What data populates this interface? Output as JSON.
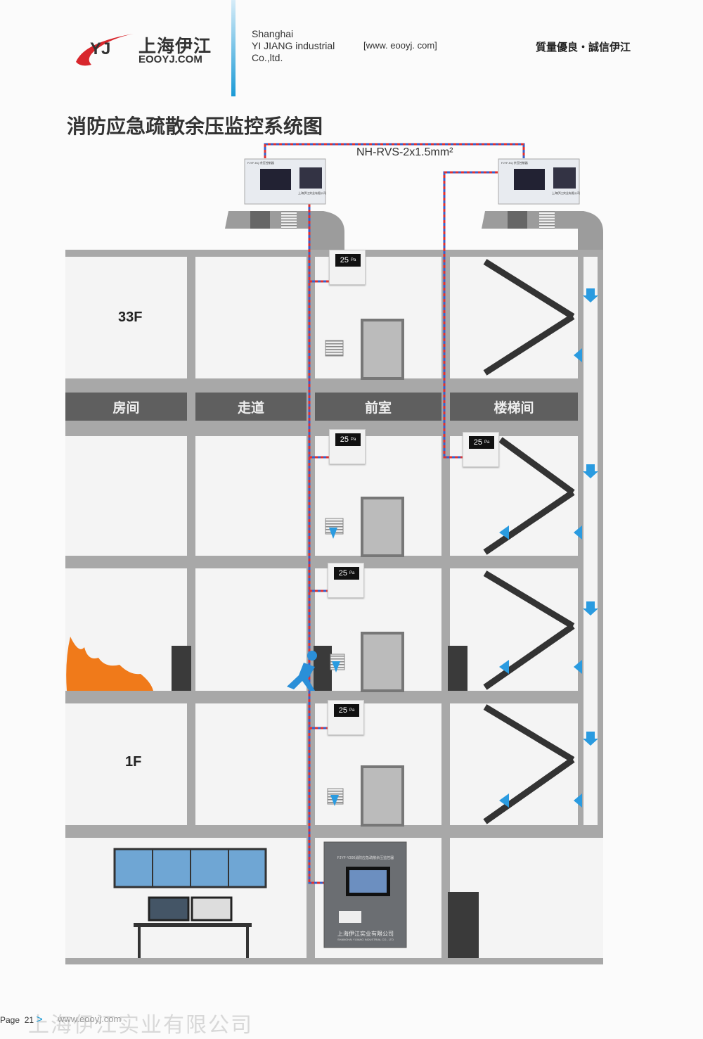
{
  "header": {
    "logo_mark": "YJ",
    "logo_cn": "上海伊江",
    "logo_en": "EOOYJ.COM",
    "company_lines": [
      "Shanghai",
      "YI JIANG industrial",
      "Co.,ltd."
    ],
    "website": "[www. eooyj. com]",
    "slogan": "質量優良・誠信伊江"
  },
  "title": "消防应急疏散余压监控系统图",
  "cable_label": "NH-RVS-2x1.5mm²",
  "rooms": [
    "房间",
    "走道",
    "前室",
    "楼梯间"
  ],
  "floors": {
    "top": "33F",
    "bottom": "1F"
  },
  "sensor": {
    "value": "25",
    "unit": "Pa"
  },
  "panel": {
    "title": "FJYF-Y300消防应急疏散余压监控器",
    "maker": "上海伊江实业有限公司",
    "maker_en": "SHANGHAI YIJIANG INDUSTRIAL CO., LTD"
  },
  "controller": {
    "title": "FJYF-KQ 余压控制器",
    "maker": "上海伊江实业有限公司"
  },
  "footer": {
    "page_label": "Page",
    "page_number": "21",
    "arrow": ">",
    "website": "www.eooyj.com",
    "watermark": "上海伊江实业有限公司"
  },
  "colors": {
    "wire_red": "#e03030",
    "wire_blue": "#3a5fc8",
    "arrow_blue": "#2a9be0",
    "accent": "#1a9ad6"
  }
}
